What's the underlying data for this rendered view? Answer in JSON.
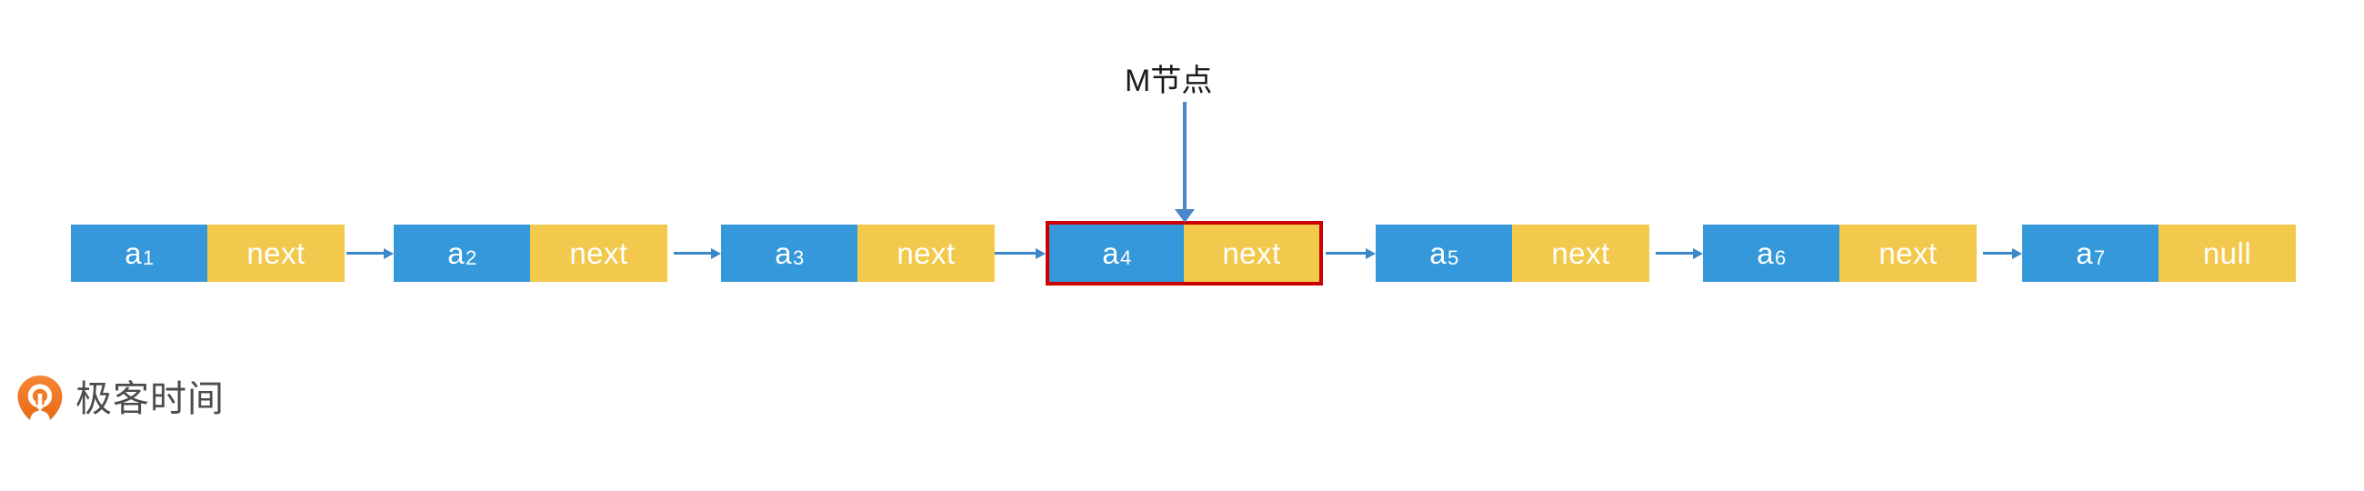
{
  "diagram": {
    "title": "Singly linked list with highlighted M node",
    "colors": {
      "node_data_bg": "#3498db",
      "node_pointer_bg": "#f2c94c",
      "arrow": "#3c87c8",
      "highlight_border": "#cc0000",
      "callout_arrow": "#4a86c8",
      "label_text": "#1a1a1a",
      "logo_orange": "#ef7722",
      "logo_text": "#4c4c4c",
      "background": "#ffffff"
    },
    "callout": {
      "label": "M节点",
      "points_to_node_index": 3
    },
    "nodes": [
      {
        "data_base": "a",
        "data_sub": "1",
        "pointer": "next",
        "highlighted": false
      },
      {
        "data_base": "a",
        "data_sub": "2",
        "pointer": "next",
        "highlighted": false
      },
      {
        "data_base": "a",
        "data_sub": "3",
        "pointer": "next",
        "highlighted": false
      },
      {
        "data_base": "a",
        "data_sub": "4",
        "pointer": "next",
        "highlighted": true
      },
      {
        "data_base": "a",
        "data_sub": "5",
        "pointer": "next",
        "highlighted": false
      },
      {
        "data_base": "a",
        "data_sub": "6",
        "pointer": "next",
        "highlighted": false
      },
      {
        "data_base": "a",
        "data_sub": "7",
        "pointer": "null",
        "highlighted": false
      }
    ]
  },
  "watermark": {
    "brand": "极客时间",
    "logo_icon": "geektime-pin-logo"
  }
}
